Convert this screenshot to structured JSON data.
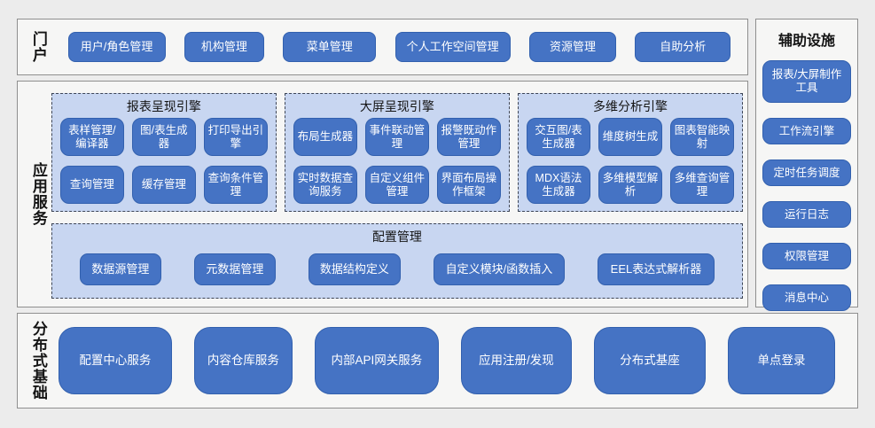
{
  "portal": {
    "label": "门户",
    "items": [
      "用户/角色管理",
      "机构管理",
      "菜单管理",
      "个人工作空间管理",
      "资源管理",
      "自助分析"
    ]
  },
  "app_services": {
    "label": "应用服务",
    "engines": [
      {
        "title": "报表呈现引擎",
        "items": [
          "表样管理/编译器",
          "图/表生成器",
          "打印导出引擎",
          "查询管理",
          "缓存管理",
          "查询条件管理"
        ]
      },
      {
        "title": "大屏呈现引擎",
        "items": [
          "布局生成器",
          "事件联动管理",
          "报警既动作管理",
          "实时数据查询服务",
          "自定义组件管理",
          "界面布局操作框架"
        ]
      },
      {
        "title": "多维分析引擎",
        "items": [
          "交互图/表生成器",
          "维度树生成",
          "图表智能映射",
          "MDX语法生成器",
          "多维模型解析",
          "多维查询管理"
        ]
      }
    ],
    "config": {
      "title": "配置管理",
      "items": [
        "数据源管理",
        "元数据管理",
        "数据结构定义",
        "自定义模块/函数插入",
        "EEL表达式解析器"
      ]
    }
  },
  "aux": {
    "title": "辅助设施",
    "items": [
      "报表/大屏制作工具",
      "工作流引擎",
      "定时任务调度",
      "运行日志",
      "权限管理",
      "消息中心"
    ]
  },
  "distributed": {
    "label": "分布式基础",
    "items": [
      "配置中心服务",
      "内容仓库服务",
      "内部API网关服务",
      "应用注册/发现",
      "分布式基座",
      "单点登录"
    ]
  },
  "colors": {
    "button_blue": "#4573c4",
    "button_border": "#3260ae",
    "panel_blue": "#c8d6f1",
    "panel_dashed_border": "#3d4556",
    "section_bg": "#f6f6f5",
    "section_border": "#8f8f8f",
    "page_bg": "#ececec"
  }
}
